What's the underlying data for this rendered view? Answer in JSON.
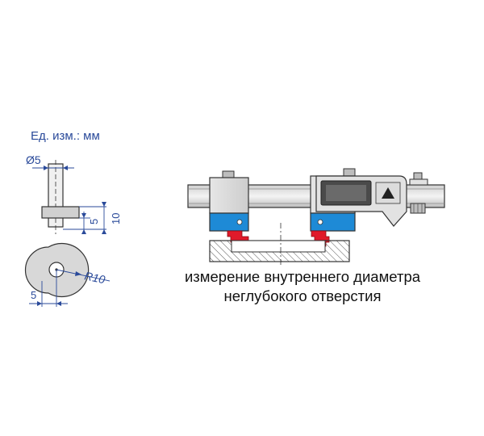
{
  "units_label": "Ед. изм.: мм",
  "dimensions": {
    "pin_diameter": "Ø5",
    "offset_small": "5",
    "offset_total": "10",
    "radius": "R10",
    "disc_offset": "5"
  },
  "caption": {
    "line1": "измерение внутреннего диаметра",
    "line2": "неглубокого отверстия"
  },
  "colors": {
    "dimension_blue": "#2a4a9a",
    "jaw_blue": "#1e8ad6",
    "tip_red": "#e01a2a",
    "body_grey": "#d8d8d8",
    "outline": "#333333"
  }
}
